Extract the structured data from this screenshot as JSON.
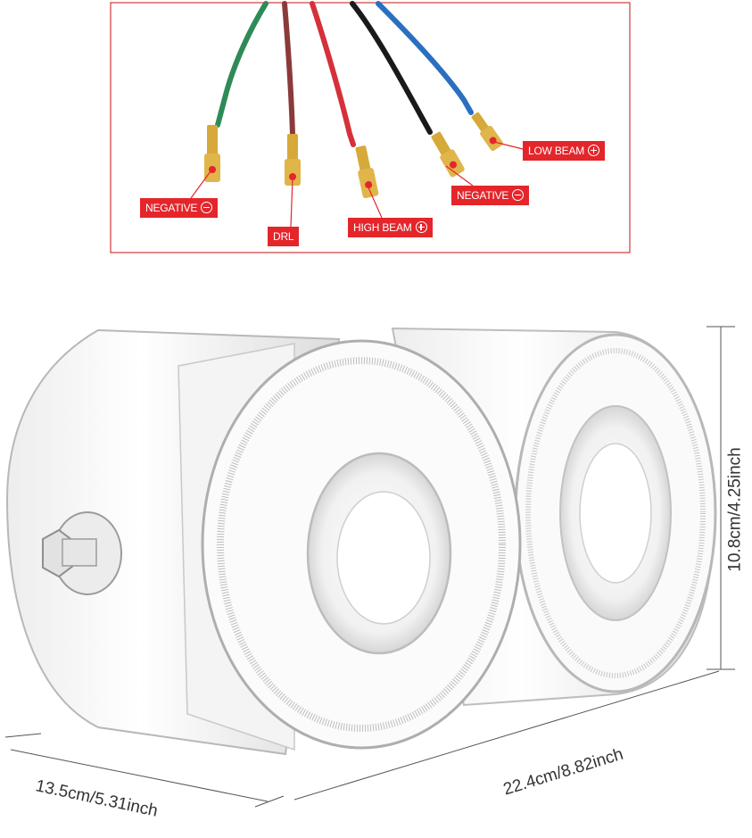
{
  "wiring": {
    "labels": [
      {
        "text": "NEGATIVE",
        "sign": "minus"
      },
      {
        "text": "DRL",
        "sign": ""
      },
      {
        "text": "HIGH BEAM",
        "sign": "plus"
      },
      {
        "text": "NEGATIVE",
        "sign": "minus"
      },
      {
        "text": "LOW BEAM",
        "sign": "plus"
      }
    ],
    "wire_colors": [
      "#2e8b57",
      "#8b3a3a",
      "#d6303a",
      "#1a1a1a",
      "#2a6fc0"
    ],
    "accent_color": "#e4262b"
  },
  "dimensions": {
    "height": "10.8cm/4.25inch",
    "depth": "13.5cm/5.31inch",
    "width": "22.4cm/8.82inch"
  }
}
